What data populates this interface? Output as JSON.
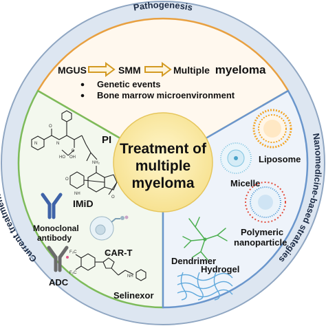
{
  "ring_titles": {
    "top": "Pathogenesis",
    "left": "Current treatment options",
    "right": "Nanomedicine-based strategies"
  },
  "center": {
    "line1": "Treatment of",
    "line2": "multiple",
    "line3": "myeloma"
  },
  "pathogenesis": {
    "flow": [
      "MGUS",
      "SMM",
      "Multiple"
    ],
    "flow_emphasis": "myeloma",
    "bullets": [
      "Genetic events",
      "Bone marrow microenvironment"
    ]
  },
  "treatments": {
    "pi": "PI",
    "imid": "IMiD",
    "mab_line1": "Monoclonal",
    "mab_line2": "antibody",
    "cart": "CAR-T",
    "adc": "ADC",
    "selinexor": "Selinexor"
  },
  "nano": {
    "liposome": "Liposome",
    "micelle": "Micelle",
    "polymeric_line1": "Polymeric",
    "polymeric_line2": "nanoparticle",
    "dendrimer": "Dendrimer",
    "hydrogel": "Hydrogel"
  },
  "colors": {
    "ring_fill": "#dde6f1",
    "ring_edge": "#8fa6c2",
    "top_sector": "#fff8ee",
    "left_sector": "#f3f8ee",
    "right_sector": "#eef3fa",
    "top_border": "#e8a040",
    "left_border": "#7dbb5a",
    "right_border": "#6a96cc",
    "hub_fill": "#fbecae",
    "arrow": "#d39a22",
    "antibody": "#3f63a8",
    "adc": "#6b6b6b"
  }
}
